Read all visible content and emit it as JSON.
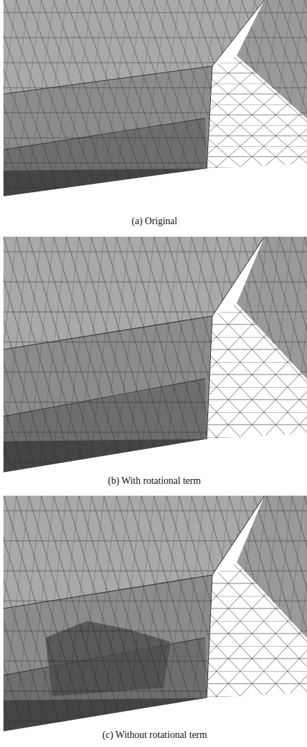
{
  "diagram": {
    "labels": [
      "(a) Original",
      "(b) With rotational term",
      "(c) Without rotational term"
    ]
  }
}
